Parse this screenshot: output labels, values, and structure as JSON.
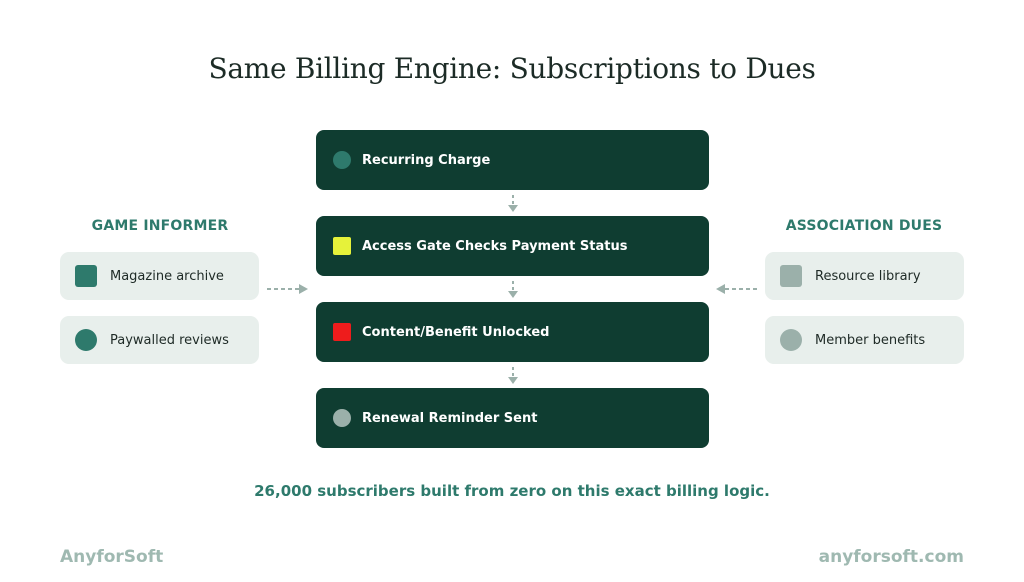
{
  "title": "Same Billing Engine: Subscriptions to Dues",
  "steps": [
    {
      "label": "Recurring Charge",
      "marker_shape": "circle",
      "marker_color": "#2e7a6c"
    },
    {
      "label": "Access Gate Checks Payment Status",
      "marker_shape": "square",
      "marker_color": "#e6f23a"
    },
    {
      "label": "Content/Benefit Unlocked",
      "marker_shape": "square",
      "marker_color": "#ee1c1c"
    },
    {
      "label": "Renewal Reminder Sent",
      "marker_shape": "circle",
      "marker_color": "#9bb0aa"
    }
  ],
  "left_panel": {
    "heading": "GAME INFORMER",
    "items": [
      {
        "label": "Magazine archive",
        "marker_shape": "square",
        "marker_color": "#2e7a6c"
      },
      {
        "label": "Paywalled reviews",
        "marker_shape": "circle",
        "marker_color": "#2e7a6c"
      }
    ]
  },
  "right_panel": {
    "heading": "ASSOCIATION DUES",
    "items": [
      {
        "label": "Resource library",
        "marker_shape": "square",
        "marker_color": "#9bb0aa"
      },
      {
        "label": "Member benefits",
        "marker_shape": "circle",
        "marker_color": "#9bb0aa"
      }
    ]
  },
  "footnote": "26,000 subscribers built from zero on this exact billing logic.",
  "footer": {
    "brand_left": "AnyforSoft",
    "brand_right": "anyforsoft.com"
  },
  "colors": {
    "step_bg": "#0f3d31",
    "accent": "#2e7a6c",
    "card_bg": "#e8efec",
    "arrow": "#9bb0aa"
  }
}
